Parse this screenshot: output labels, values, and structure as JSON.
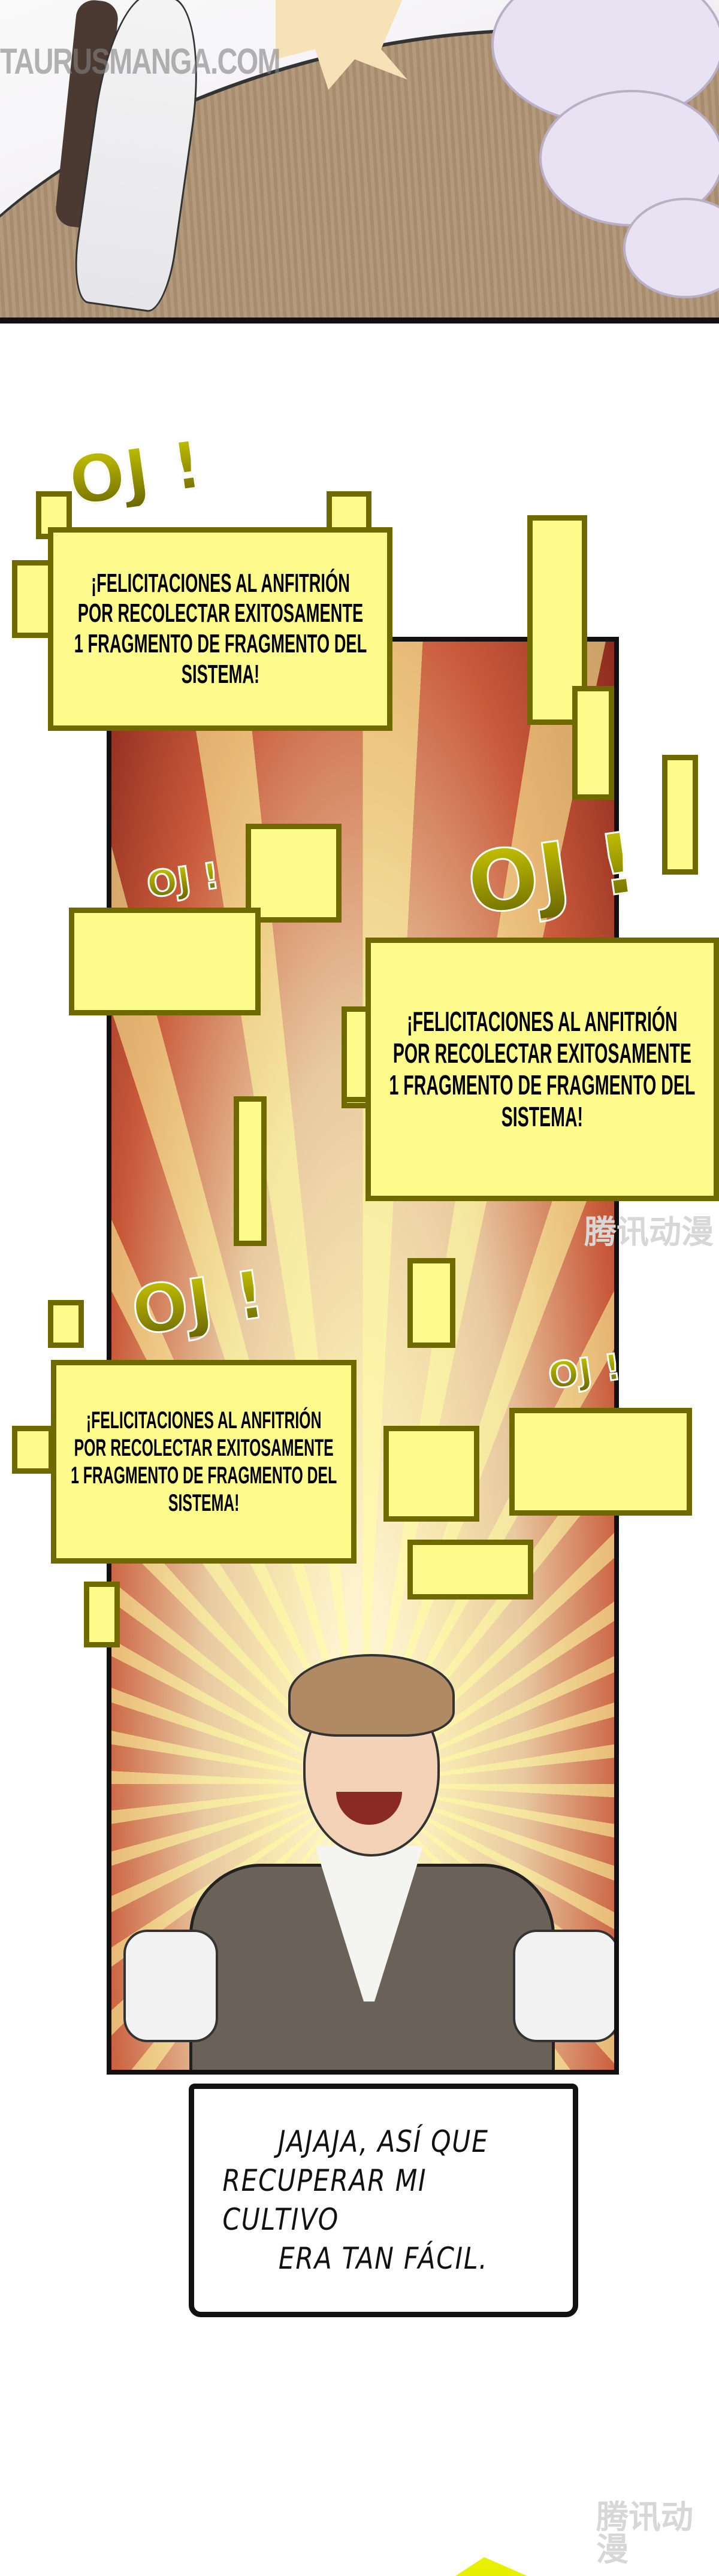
{
  "top_panel": {
    "watermark": "TAURUSMANGA.COM"
  },
  "notifications": [
    {
      "exclamation": "OJ !",
      "lines": [
        "¡FELICITACIONES AL ANFITRIÓN",
        "POR RECOLECTAR EXITOSAMENTE",
        "1 FRAGMENTO DE FRAGMENTO DEL",
        "SISTEMA!"
      ]
    },
    {
      "exclamation": "OJ !",
      "lines": [
        "¡FELICITACIONES AL ANFITRIÓN",
        "POR RECOLECTAR EXITOSAMENTE",
        "1 FRAGMENTO DE FRAGMENTO DEL",
        "SISTEMA!"
      ]
    },
    {
      "exclamation": "OJ !",
      "lines": [
        "¡FELICITACIONES AL ANFITRIÓN",
        "POR RECOLECTAR EXITOSAMENTE",
        "1 FRAGMENTO DE FRAGMENTO DEL",
        "SISTEMA!"
      ]
    }
  ],
  "small_popups": [
    {
      "exclamation": "OJ !"
    },
    {
      "exclamation": "OJ !"
    }
  ],
  "speech_bubble": {
    "lines": [
      "JAJAJA, ASÍ QUE",
      "RECUPERAR MI CULTIVO",
      "ERA TAN FÁCIL."
    ]
  },
  "watermarks": {
    "cn_mid": "腾讯动漫",
    "cn_bottom": "腾讯动漫"
  },
  "colors": {
    "popup_fill": "#fdfb8c",
    "popup_border": "#6e6a00"
  }
}
